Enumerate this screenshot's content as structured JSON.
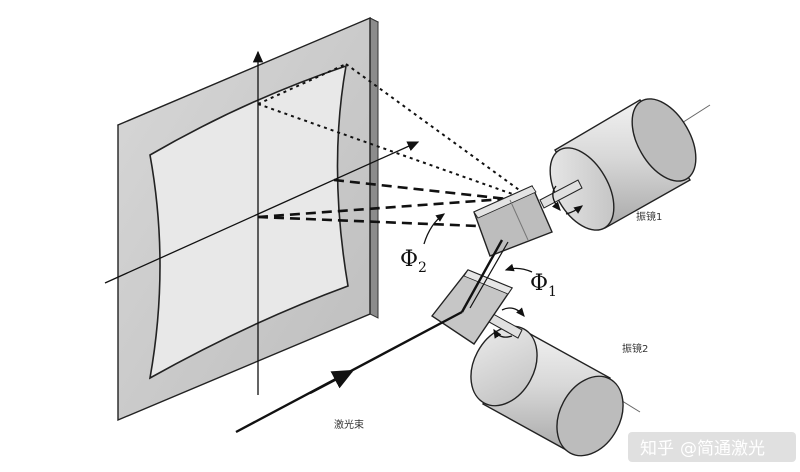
{
  "labels": {
    "galvo1": "振镜1",
    "galvo2": "振镜2",
    "laser_beam": "激光束",
    "phi1_symbol": "Φ",
    "phi1_sub": "1",
    "phi2_symbol": "Φ",
    "phi2_sub": "2"
  },
  "watermark": {
    "platform": "知乎",
    "author": "@简通激光"
  },
  "colors": {
    "screen": "#cfcfcf",
    "scan_field": "#e6e6e6",
    "mirror": "#bdbdbd",
    "motor_body": "#d7d7d7",
    "line": "#111111"
  }
}
